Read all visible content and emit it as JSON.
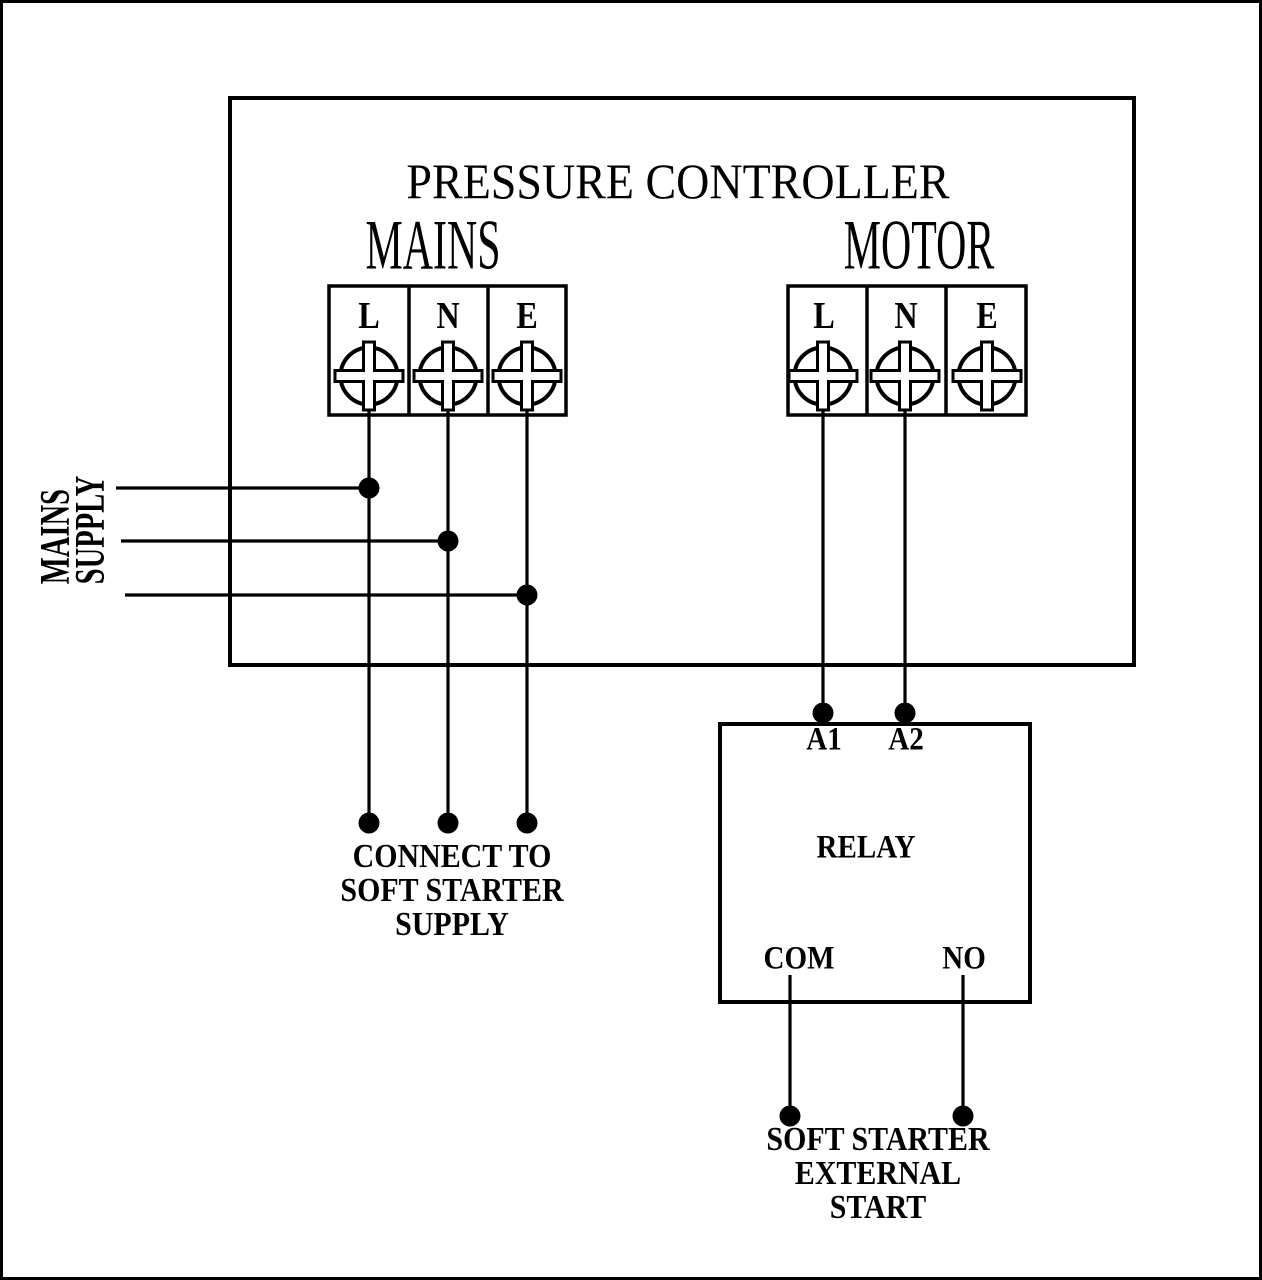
{
  "colors": {
    "ink": "#000000",
    "paper": "#ffffff"
  },
  "diagram": {
    "title": "PRESSURE CONTROLLER",
    "mains_block": {
      "label": "MAINS",
      "terminals": [
        "L",
        "N",
        "E"
      ]
    },
    "motor_block": {
      "label": "MOTOR",
      "terminals": [
        "L",
        "N",
        "E"
      ]
    },
    "mains_supply_label": {
      "line1": "MAINS",
      "line2": "SUPPLY"
    },
    "soft_starter_supply_note": {
      "line1": "CONNECT TO",
      "line2": "SOFT STARTER",
      "line3": "SUPPLY"
    },
    "relay": {
      "label": "RELAY",
      "coil_terminal_a1": "A1",
      "coil_terminal_a2": "A2",
      "contact_terminal_com": "COM",
      "contact_terminal_no": "NO"
    },
    "external_start_note": {
      "line1": "SOFT STARTER",
      "line2": "EXTERNAL",
      "line3": "START"
    }
  }
}
